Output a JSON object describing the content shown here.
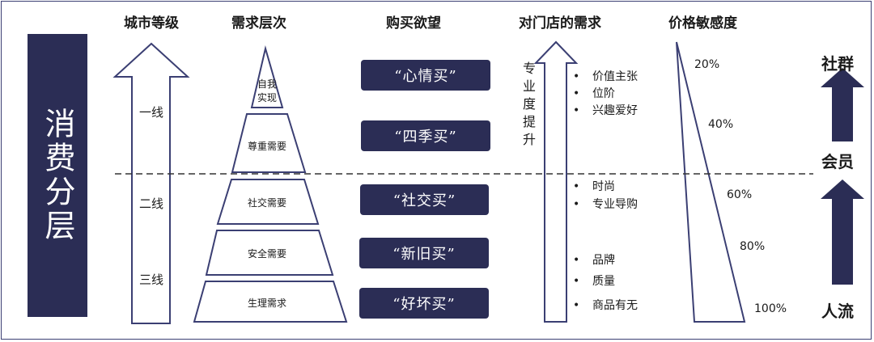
{
  "side_title": "消费分层",
  "headers": {
    "city": "城市等级",
    "needs": "需求层次",
    "desire": "购买欲望",
    "store": "对门店的需求",
    "price": "价格敏感度"
  },
  "city_tiers": [
    "一线",
    "二线",
    "三线"
  ],
  "pyramid": [
    "自我实现",
    "尊重需要",
    "社交需要",
    "安全需要",
    "生理需求"
  ],
  "desires": [
    "“心情买”",
    "“四季买”",
    "“社交买”",
    "“新旧买”",
    "“好坏买”"
  ],
  "store_arrow_label": "专业度提升",
  "store_needs_upper": [
    "价值主张",
    "位阶",
    "兴趣爱好"
  ],
  "store_needs_middle": [
    "时尚",
    "专业导购"
  ],
  "store_needs_lower": [
    "品牌",
    "质量",
    "商品有无"
  ],
  "price_sensitivity": [
    "20%",
    "40%",
    "60%",
    "80%",
    "100%"
  ],
  "right_labels": {
    "top": "社群",
    "middle": "会员",
    "bottom": "人流"
  },
  "colors": {
    "navy": "#2b2d55",
    "line": "#3b3f73"
  }
}
